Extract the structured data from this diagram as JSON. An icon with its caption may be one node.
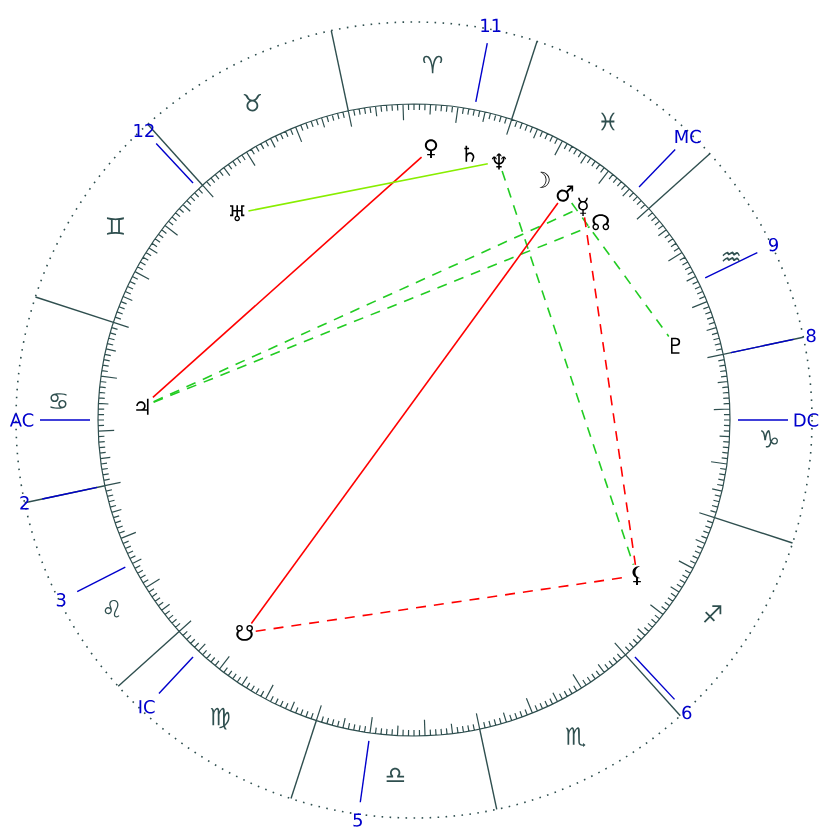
{
  "diagram": {
    "nodes": [
      {
        "text": [
          "♀"
        ]
      },
      {
        "text": [
          "♄"
        ]
      },
      {
        "text": [
          "♆"
        ]
      },
      {
        "text": [
          "☽"
        ]
      },
      {
        "text": [
          "♂"
        ]
      },
      {
        "text": [
          "☿"
        ]
      },
      {
        "text": [
          "☊"
        ]
      },
      {
        "text": [
          "♇"
        ]
      },
      {
        "text": [
          "⚸"
        ]
      },
      {
        "text": [
          "♅"
        ]
      },
      {
        "text": [
          "♃"
        ]
      },
      {
        "text": [
          "☋"
        ]
      }
    ],
    "edges": [
      {
        "from": 0,
        "to": 10,
        "arrow": "none",
        "color": "#ff0000"
      },
      {
        "from": 9,
        "to": 2,
        "arrow": "none",
        "color": "#88ee00"
      },
      {
        "from": 10,
        "to": 5,
        "arrow": "none",
        "style": "dashed",
        "color": "#22cc22"
      },
      {
        "from": 10,
        "to": 6,
        "arrow": "none",
        "style": "dashed",
        "color": "#22cc22"
      },
      {
        "from": 2,
        "to": 8,
        "arrow": "none",
        "style": "dashed",
        "color": "#22cc22"
      },
      {
        "from": 4,
        "to": 7,
        "arrow": "none",
        "style": "dashed",
        "color": "#22cc22"
      },
      {
        "from": 11,
        "to": 4,
        "arrow": "none",
        "color": "#ff0000"
      },
      {
        "from": 11,
        "to": 8,
        "arrow": "none",
        "style": "dashed",
        "color": "#ff0000"
      },
      {
        "from": 5,
        "to": 8,
        "arrow": "none",
        "style": "dashed",
        "color": "#ff0000"
      }
    ],
    "labels": [
      "11",
      "♉",
      "♓",
      "MC",
      "12",
      "♈",
      "♊",
      "9",
      "♒",
      "8",
      "♋",
      "DC",
      "AC",
      "♑",
      "2",
      "♐",
      "♌",
      "3",
      "6",
      "♍",
      "IC",
      "♏",
      "♎",
      "5"
    ]
  }
}
